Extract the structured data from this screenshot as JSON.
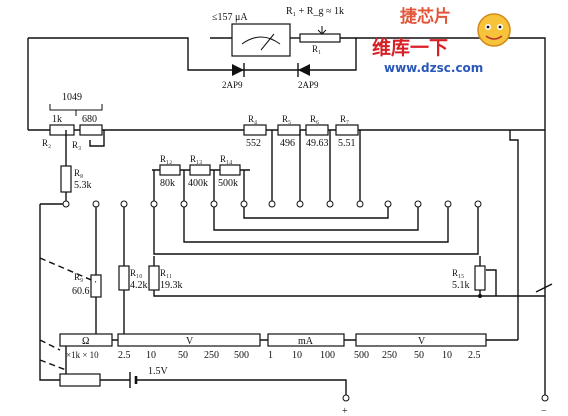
{
  "meter": {
    "sensitivity": "≤157 μA",
    "r1_rg": "R₁ + R_g ≈ 1k",
    "r1": "R₁"
  },
  "diodes": {
    "left": "2AP9",
    "right": "2AP9"
  },
  "bracket": {
    "value": "1049"
  },
  "divider": {
    "r2_val": "1k",
    "r3_val": "680",
    "r2": "R₂",
    "r3": "R₃"
  },
  "shunts": [
    {
      "name": "R₄",
      "value": "552"
    },
    {
      "name": "R₅",
      "value": "496"
    },
    {
      "name": "R₆",
      "value": "49.63"
    },
    {
      "name": "R₇",
      "value": "5.51"
    }
  ],
  "r8": {
    "name": "R₈",
    "value": "5.3k"
  },
  "r9": {
    "name": "R₉",
    "value": "60.6"
  },
  "volt_res": [
    {
      "name": "R₁₂",
      "value": "80k"
    },
    {
      "name": "R₁₃",
      "value": "400k"
    },
    {
      "name": "R₁₄",
      "value": "500k"
    }
  ],
  "r10": {
    "name": "R₁₀",
    "value": "4.2k"
  },
  "r11": {
    "name": "R₁₁",
    "value": "19.3k"
  },
  "r15": {
    "name": "R₁₅",
    "value": "5.1k"
  },
  "battery": {
    "label": "1.5V"
  },
  "scales": {
    "ohm_symbol": "Ω",
    "ohm_range": "×1k × 10",
    "v_symbol": "V",
    "v_values": [
      "2.5",
      "10",
      "50",
      "250",
      "500"
    ],
    "ma_symbol": "mA",
    "ma_values": [
      "1",
      "10",
      "100"
    ],
    "v2_symbol": "V",
    "v2_values": [
      "500",
      "250",
      "50",
      "10",
      "2.5"
    ]
  },
  "terminals": {
    "plus": "+",
    "minus": "−"
  },
  "watermark": {
    "brand": "维库一下",
    "site": "www.dzsc.com",
    "logo": "捷芯片"
  }
}
